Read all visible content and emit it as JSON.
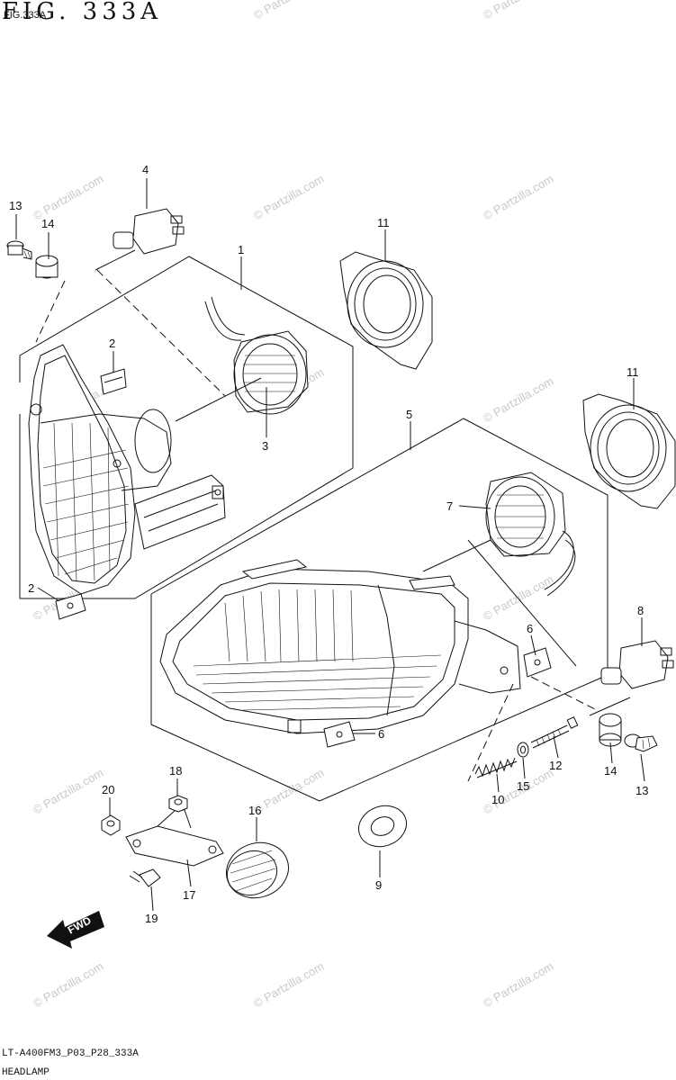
{
  "figure": {
    "title": "FIG. 333A",
    "small_label": "FIG.333A",
    "footer_code": "LT-A400FM3_P03_P28_333A",
    "footer_name": "HEADLAMP",
    "watermark": "© Partzilla.com"
  },
  "callouts": {
    "c1": "1",
    "c2a": "2",
    "c2b": "2",
    "c3": "3",
    "c4": "4",
    "c5": "5",
    "c6a": "6",
    "c6b": "6",
    "c7": "7",
    "c8": "8",
    "c9": "9",
    "c10": "10",
    "c11a": "11",
    "c11b": "11",
    "c12": "12",
    "c13a": "13",
    "c13b": "13",
    "c14a": "14",
    "c14b": "14",
    "c15": "15",
    "c16": "16",
    "c17": "17",
    "c18": "18",
    "c19": "19",
    "c20": "20"
  },
  "fwd_label": "FWD",
  "colors": {
    "line": "#111111",
    "watermark": "#c9c9c9",
    "background": "#ffffff"
  }
}
